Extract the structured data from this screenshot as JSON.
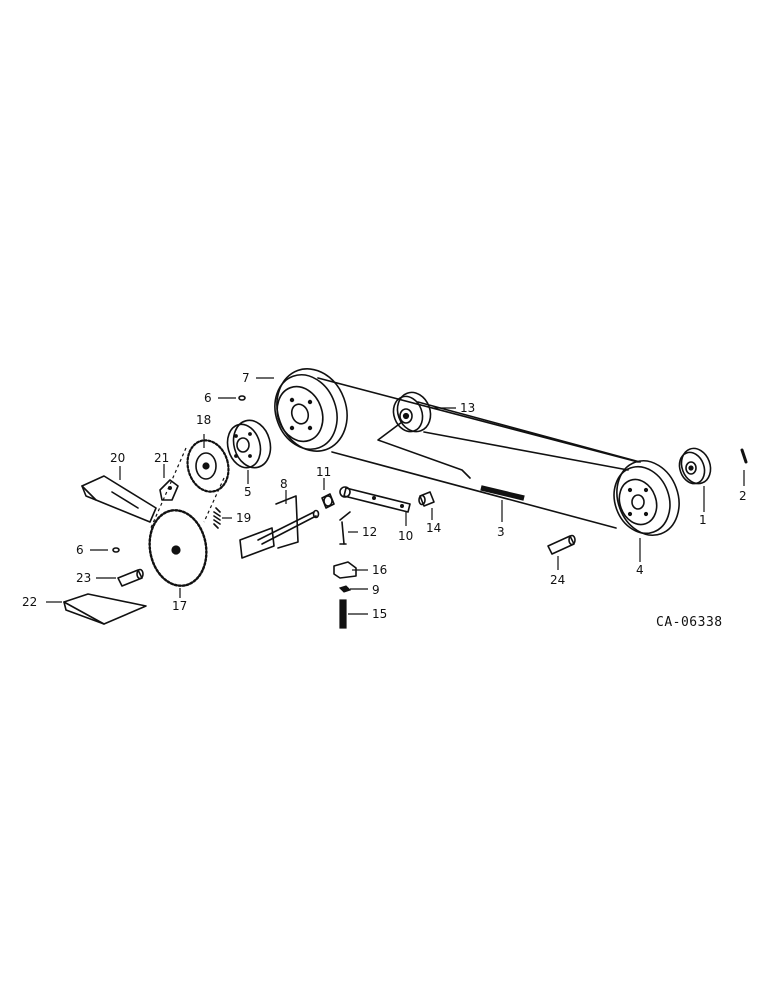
{
  "drawing": {
    "code": "CA-06338",
    "callouts": [
      "1",
      "2",
      "3",
      "4",
      "5",
      "6",
      "6",
      "7",
      "8",
      "9",
      "10",
      "11",
      "12",
      "13",
      "14",
      "15",
      "16",
      "17",
      "18",
      "19",
      "20",
      "21",
      "22",
      "23",
      "24"
    ]
  }
}
